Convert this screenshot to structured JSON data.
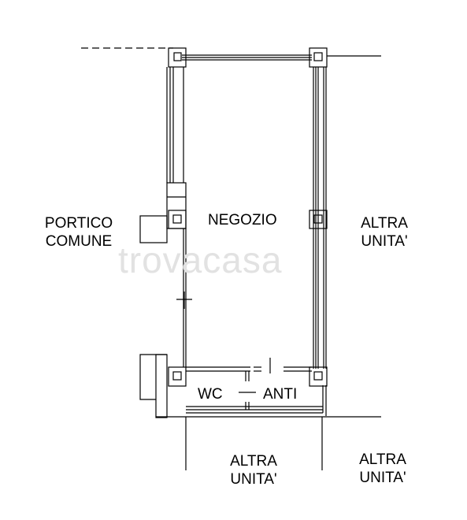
{
  "plan": {
    "rooms": {
      "negozio": "NEGOZIO",
      "wc": "WC",
      "anti": "ANTI"
    },
    "adjacent": {
      "portico_line1": "PORTICO",
      "portico_line2": "COMUNE",
      "altra_right_line1": "ALTRA",
      "altra_right_line2": "UNITA'",
      "altra_bottom_mid_line1": "ALTRA",
      "altra_bottom_mid_line2": "UNITA'",
      "altra_bottom_right_line1": "ALTRA",
      "altra_bottom_right_line2": "UNITA'"
    },
    "watermark": "trovacasa"
  }
}
